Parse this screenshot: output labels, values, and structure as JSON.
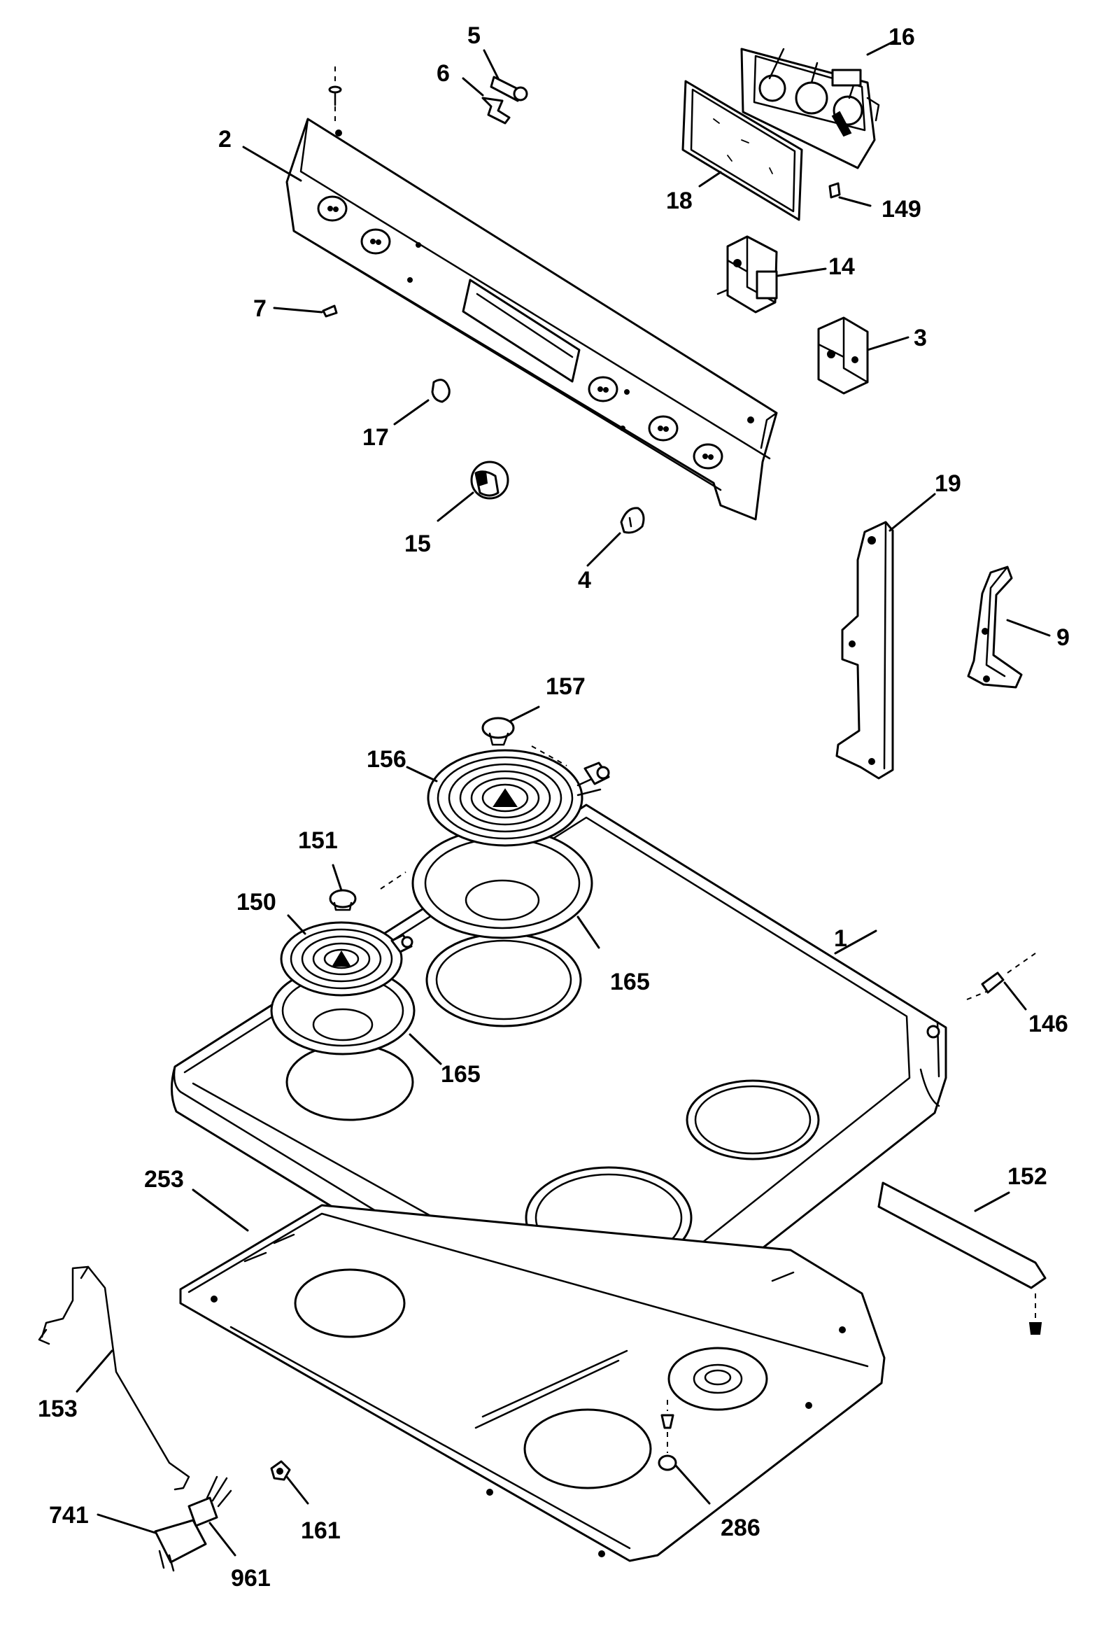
{
  "callouts": {
    "c1": "1",
    "c2": "2",
    "c3": "3",
    "c4": "4",
    "c5": "5",
    "c6": "6",
    "c7": "7",
    "c9": "9",
    "c14": "14",
    "c15": "15",
    "c16": "16",
    "c17": "17",
    "c18": "18",
    "c19": "19",
    "c146": "146",
    "c149": "149",
    "c150": "150",
    "c151": "151",
    "c152": "152",
    "c153": "153",
    "c156": "156",
    "c157": "157",
    "c161": "161",
    "c165a": "165",
    "c165b": "165",
    "c253": "253",
    "c286": "286",
    "c741": "741",
    "c961": "961"
  }
}
